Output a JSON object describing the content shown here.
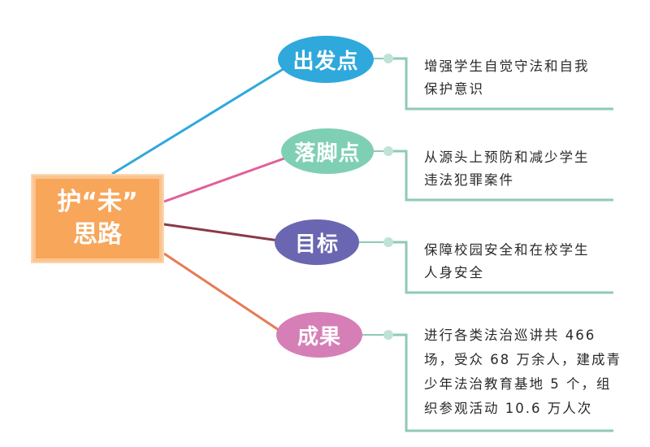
{
  "colors": {
    "root": "#f7a65a",
    "branch1": "#2fa8dc",
    "branch2": "#7fcfb4",
    "branch3": "#6a66b2",
    "branch4": "#d57fb6",
    "bracket": "#8fc9b9",
    "dot": "#bfe3d6"
  },
  "root": {
    "line1": "护“未”",
    "line2": "思路"
  },
  "branches": [
    {
      "label": "出发点",
      "desc": [
        "增强学生自觉守法和自我",
        "保护意识"
      ]
    },
    {
      "label": "落脚点",
      "desc": [
        "从源头上预防和减少学生",
        "违法犯罪案件"
      ]
    },
    {
      "label": "目标",
      "desc": [
        "保障校园安全和在校学生",
        "人身安全"
      ]
    },
    {
      "label": "成果",
      "desc": [
        "进行各类法治巡讲共 466",
        "场，受众 68 万余人，建成青",
        "少年法治教育基地 5 个，组",
        "织参观活动 10.6 万人次"
      ]
    }
  ]
}
